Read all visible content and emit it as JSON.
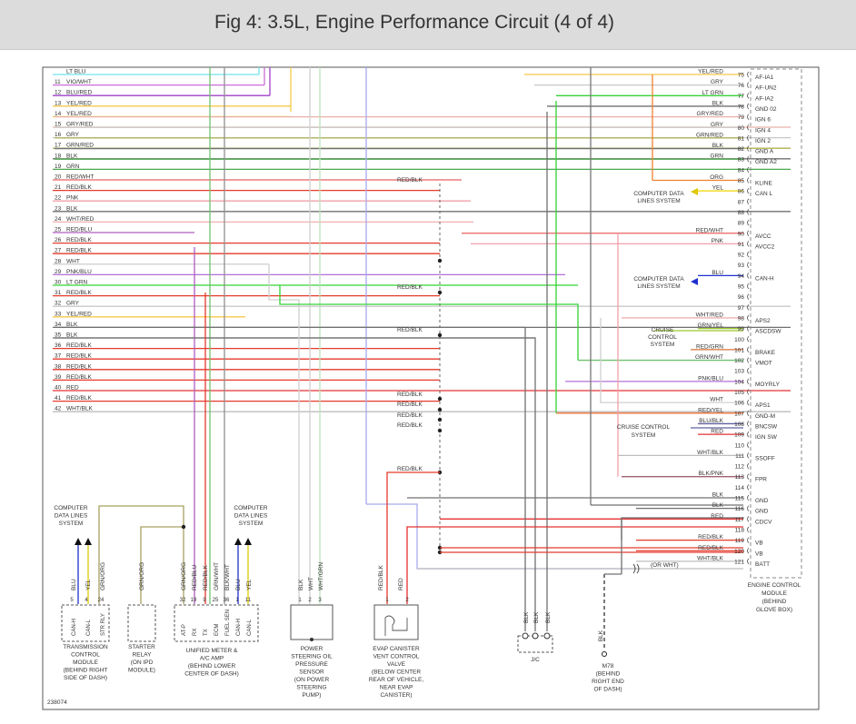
{
  "title": "Fig 4: 3.5L, Engine Performance Circuit (4 of 4)",
  "figure_id": "238074",
  "colors": {
    "LT BLU": "#6fe3ee",
    "VIO/WHT": "#c86cd6",
    "BLU/RED": "#a040c8",
    "YEL/RED": "#f7c84a",
    "GRY/RED": "#e8b0a8",
    "GRY": "#c8c8c8",
    "GRN/RED": "#b2b050",
    "BLK": "#707070",
    "GRN": "#4ca84c",
    "RED/WHT": "#e86060",
    "RED/BLK": "#e53a2b",
    "PNK": "#f2a0a8",
    "WHT/RED": "#f0b0b0",
    "RED/BLU": "#b05cc0",
    "WHT": "#d0d0d0",
    "PNK/BLU": "#b070d8",
    "LT GRN": "#34d334",
    "RED": "#e53030",
    "WHT/BLK": "#bdbdbd",
    "ORG": "#f08030",
    "YEL": "#f2d300",
    "BLU": "#2030d0",
    "GRN/YEL": "#9ac830",
    "RED/GRN": "#d8703a",
    "GRN/WHT": "#70c070",
    "PNK/BLU2": "#b070d8",
    "RED/YEL": "#f07038",
    "BLU/BLK": "#6060a0",
    "BLK/PNK": "#a06070",
    "GRN/ORG": "#a8a060",
    "GRN/BLK": "#3c8a3c",
    "BLK/WHT": "#909090",
    "WHT/GRN": "#bde0bd",
    "SLATE": "#a9a9ee"
  },
  "left_pins": [
    {
      "pin": "",
      "wire": "LT BLU"
    },
    {
      "pin": "11",
      "wire": "VIO/WHT"
    },
    {
      "pin": "12",
      "wire": "BLU/RED"
    },
    {
      "pin": "13",
      "wire": "YEL/RED"
    },
    {
      "pin": "14",
      "wire": "YEL/RED"
    },
    {
      "pin": "15",
      "wire": "GRY/RED"
    },
    {
      "pin": "16",
      "wire": "GRY"
    },
    {
      "pin": "17",
      "wire": "GRN/RED"
    },
    {
      "pin": "18",
      "wire": "BLK"
    },
    {
      "pin": "19",
      "wire": "GRN"
    },
    {
      "pin": "20",
      "wire": "RED/WHT"
    },
    {
      "pin": "21",
      "wire": "RED/BLK"
    },
    {
      "pin": "22",
      "wire": "PNK"
    },
    {
      "pin": "23",
      "wire": "BLK"
    },
    {
      "pin": "24",
      "wire": "WHT/RED"
    },
    {
      "pin": "25",
      "wire": "RED/BLU"
    },
    {
      "pin": "26",
      "wire": "RED/BLK"
    },
    {
      "pin": "27",
      "wire": "RED/BLK"
    },
    {
      "pin": "28",
      "wire": "WHT"
    },
    {
      "pin": "29",
      "wire": "PNK/BLU"
    },
    {
      "pin": "30",
      "wire": "LT GRN"
    },
    {
      "pin": "31",
      "wire": "RED/BLK"
    },
    {
      "pin": "32",
      "wire": "GRY"
    },
    {
      "pin": "33",
      "wire": "YEL/RED"
    },
    {
      "pin": "34",
      "wire": "BLK"
    },
    {
      "pin": "35",
      "wire": "BLK"
    },
    {
      "pin": "36",
      "wire": "RED/BLK"
    },
    {
      "pin": "37",
      "wire": "RED/BLK"
    },
    {
      "pin": "38",
      "wire": "RED/BLK"
    },
    {
      "pin": "39",
      "wire": "RED/BLK"
    },
    {
      "pin": "40",
      "wire": "RED"
    },
    {
      "pin": "41",
      "wire": "RED/BLK"
    },
    {
      "pin": "42",
      "wire": "WHT/BLK"
    }
  ],
  "right_pins": [
    {
      "pin": "75",
      "wire": "YEL/RED",
      "func": "AF-IA1"
    },
    {
      "pin": "76",
      "wire": "GRY",
      "func": "AF-UN2"
    },
    {
      "pin": "77",
      "wire": "LT GRN",
      "func": "AF-IA2"
    },
    {
      "pin": "78",
      "wire": "BLK",
      "func": "GND 02"
    },
    {
      "pin": "79",
      "wire": "GRY/RED",
      "func": "IGN 6"
    },
    {
      "pin": "80",
      "wire": "GRY",
      "func": "IGN 4"
    },
    {
      "pin": "81",
      "wire": "GRN/RED",
      "func": "IGN 2"
    },
    {
      "pin": "82",
      "wire": "BLK",
      "func": "GND A"
    },
    {
      "pin": "83",
      "wire": "GRN",
      "func": "GND A2"
    },
    {
      "pin": "84",
      "wire": "",
      "func": ""
    },
    {
      "pin": "85",
      "wire": "ORG",
      "func": "KLINE"
    },
    {
      "pin": "86",
      "wire": "YEL",
      "func": "CAN L"
    },
    {
      "pin": "87",
      "wire": "",
      "func": ""
    },
    {
      "pin": "88",
      "wire": "",
      "func": ""
    },
    {
      "pin": "89",
      "wire": "",
      "func": ""
    },
    {
      "pin": "90",
      "wire": "RED/WHT",
      "func": "AVCC"
    },
    {
      "pin": "91",
      "wire": "PNK",
      "func": "AVCC2"
    },
    {
      "pin": "92",
      "wire": "",
      "func": ""
    },
    {
      "pin": "93",
      "wire": "",
      "func": ""
    },
    {
      "pin": "94",
      "wire": "BLU",
      "func": "CAN-H"
    },
    {
      "pin": "95",
      "wire": "",
      "func": ""
    },
    {
      "pin": "96",
      "wire": "",
      "func": ""
    },
    {
      "pin": "97",
      "wire": "",
      "func": ""
    },
    {
      "pin": "98",
      "wire": "WHT/RED",
      "func": "APS2"
    },
    {
      "pin": "99",
      "wire": "GRN/YEL",
      "func": "ASCDSW"
    },
    {
      "pin": "100",
      "wire": "",
      "func": ""
    },
    {
      "pin": "101",
      "wire": "RED/GRN",
      "func": "BRAKE"
    },
    {
      "pin": "102",
      "wire": "GRN/WHT",
      "func": "VMOT"
    },
    {
      "pin": "103",
      "wire": "",
      "func": ""
    },
    {
      "pin": "104",
      "wire": "PNK/BLU",
      "func": "MOYRLY"
    },
    {
      "pin": "105",
      "wire": "",
      "func": ""
    },
    {
      "pin": "106",
      "wire": "WHT",
      "func": "APS1"
    },
    {
      "pin": "107",
      "wire": "RED/YEL",
      "func": "GND-M"
    },
    {
      "pin": "108",
      "wire": "BLU/BLK",
      "func": "BNCSW"
    },
    {
      "pin": "109",
      "wire": "RED",
      "func": "IGN SW"
    },
    {
      "pin": "110",
      "wire": "",
      "func": ""
    },
    {
      "pin": "111",
      "wire": "WHT/BLK",
      "func": "SSOFF"
    },
    {
      "pin": "112",
      "wire": "",
      "func": ""
    },
    {
      "pin": "113",
      "wire": "BLK/PNK",
      "func": "FPR"
    },
    {
      "pin": "114",
      "wire": "",
      "func": ""
    },
    {
      "pin": "115",
      "wire": "BLK",
      "func": "GND"
    },
    {
      "pin": "116",
      "wire": "BLK",
      "func": "GND"
    },
    {
      "pin": "117",
      "wire": "RED",
      "func": "CDCV"
    },
    {
      "pin": "118",
      "wire": "",
      "func": ""
    },
    {
      "pin": "119",
      "wire": "RED/BLK",
      "func": "VB"
    },
    {
      "pin": "120",
      "wire": "RED/BLK",
      "func": "VB"
    },
    {
      "pin": "121",
      "wire": "WHT/BLK",
      "func": "BATT"
    }
  ],
  "mid_labels": {
    "red_blk": "RED/BLK",
    "or_wht": "(OR WHT)"
  },
  "cdl": {
    "top1": [
      "COMPUTER DATA",
      "LINES SYSTEM"
    ],
    "top2": [
      "COMPUTER DATA",
      "LINES SYSTEM"
    ],
    "cruise1": [
      "CRUISE",
      "CONTROL",
      "SYSTEM"
    ],
    "cruise2": [
      "CRUISE CONTROL",
      "SYSTEM"
    ],
    "bottom_left": [
      "COMPUTER",
      "DATA LINES",
      "SYSTEM"
    ],
    "bottom_mid": [
      "COMPUTER",
      "DATA LINES",
      "SYSTEM"
    ]
  },
  "ecm": {
    "lines": [
      "ENGINE CONTROL",
      "MODULE",
      "(BEHIND",
      "GLOVE BOX)"
    ]
  },
  "tcm": {
    "wires": [
      "BLU",
      "YEL",
      "GRN/ORG"
    ],
    "pins": [
      "5",
      "4",
      "24"
    ],
    "funcs": [
      "CAN-H",
      "CAN-L",
      "STR RLY"
    ],
    "lines": [
      "TRANSMISSION",
      "CONTROL",
      "MODULE",
      "(BEHIND RIGHT",
      "SIDE OF DASH)"
    ]
  },
  "starter_relay": {
    "wire": "GRN/ORG",
    "lines": [
      "STARTER",
      "RELAY",
      "(ON IPD",
      "MODULE)"
    ]
  },
  "meter": {
    "wires": [
      "GRN/ORG",
      "RED/BLU",
      "RED/BLK",
      "GRN/WHT",
      "BLK/WHT",
      "BLU",
      "YEL"
    ],
    "pins": [
      "32",
      "19",
      "9",
      "25",
      "36",
      "1",
      "11"
    ],
    "funcs": [
      "AT-P",
      "RX",
      "TX",
      "ECM",
      "FUEL SEN",
      "CAN-H",
      "CAN-L"
    ],
    "lines": [
      "UNIFIED METER &",
      "A/C AMP",
      "(BEHIND LOWER",
      "CENTER OF DASH)"
    ]
  },
  "ps_sensor": {
    "wires": [
      "BLK",
      "WHT",
      "WHT/GRN"
    ],
    "pins": [
      "1",
      "2",
      "3"
    ],
    "lines": [
      "POWER",
      "STEERING OIL",
      "PRESSURE",
      "SENSOR",
      "(ON POWER",
      "STEERING",
      "PUMP)"
    ]
  },
  "evap": {
    "wires": [
      "RED/BLK",
      "RED"
    ],
    "pins": [
      "1",
      "2"
    ],
    "lines": [
      "EVAP CANISTER",
      "VENT CONTROL",
      "VALVE",
      "(BELOW CENTER",
      "REAR OF VEHICLE,",
      "NEAR EVAP",
      "CANISTER)"
    ]
  },
  "jc": {
    "wires": [
      "BLK",
      "BLK",
      "BLK"
    ],
    "label": "J/C"
  },
  "ground": {
    "wire": "BLK",
    "lines": [
      "M78",
      "(BEHIND",
      "RIGHT END",
      "OF DASH)"
    ]
  }
}
